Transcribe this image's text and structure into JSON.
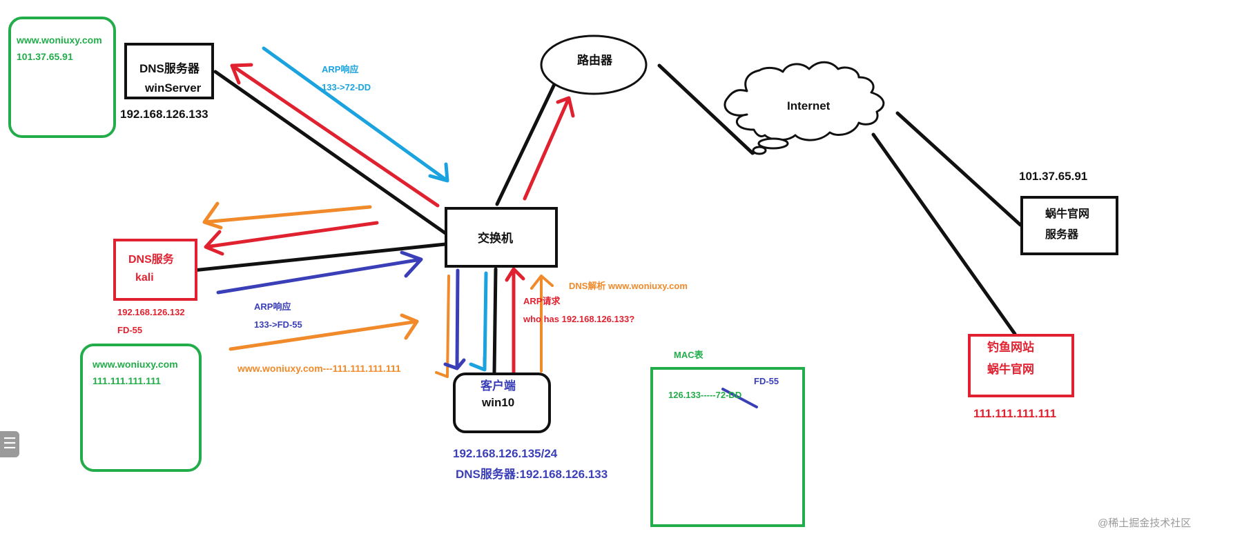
{
  "dns_server": {
    "line1": "DNS服务器",
    "line2": "winServer",
    "ip": "192.168.126.133"
  },
  "dns_cache_top": {
    "domain": "www.woniuxy.com",
    "ip": "101.37.65.91"
  },
  "kali": {
    "line1": "DNS服务",
    "line2": "kali",
    "ip": "192.168.126.132",
    "mac": "FD-55"
  },
  "dns_cache_kali": {
    "domain": "www.woniuxy.com",
    "ip": "111.111.111.111"
  },
  "arp_reply_server": {
    "line1": "ARP响应",
    "line2": "133->72-DD"
  },
  "arp_reply_kali": {
    "line1": "ARP响应",
    "line2": "133->FD-55"
  },
  "spoof_answer": "www.woniuxy.com---111.111.111.111",
  "switch": {
    "label": "交换机"
  },
  "router": {
    "label": "路由器"
  },
  "internet": {
    "label": "Internet"
  },
  "official_server": {
    "ip": "101.37.65.91",
    "line1": "蜗牛官网",
    "line2": "服务器"
  },
  "phishing": {
    "line1": "钓鱼网站",
    "line2": "蜗牛官网",
    "ip": "111.111.111.111"
  },
  "client": {
    "line1": "客户端",
    "line2": "win10",
    "ip": "192.168.126.135/24",
    "dns": "DNS服务器:192.168.126.133"
  },
  "dns_query": "DNS解析 www.woniuxy.com",
  "arp_request": {
    "line1": "ARP请求",
    "line2": "who has 192.168.126.133?"
  },
  "mac_table": {
    "title": "MAC表",
    "entry": "126.133-----72-DD",
    "overwrite": "FD-55"
  },
  "watermark": "@稀土掘金技术社区",
  "colors": {
    "black": "#111111",
    "green": "#22ad4a",
    "red": "#e02230",
    "blue": "#3a3fb7",
    "cyan": "#1aa3de",
    "orange": "#f08a2a"
  }
}
